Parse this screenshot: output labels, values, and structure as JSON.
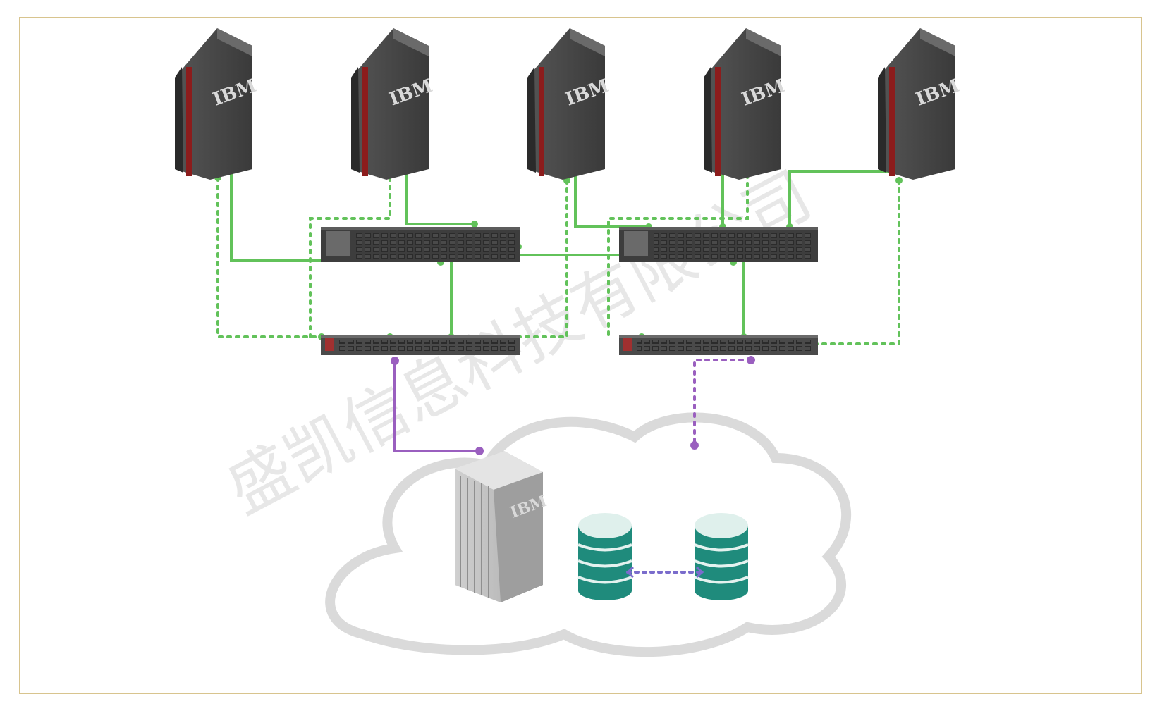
{
  "diagram": {
    "servers": [
      {
        "label": "IBM"
      },
      {
        "label": "IBM"
      },
      {
        "label": "IBM"
      },
      {
        "label": "IBM"
      },
      {
        "label": "IBM"
      }
    ],
    "storage_server": {
      "label": "IBM"
    },
    "watermark": "盛凯信息科技有限公司",
    "colors": {
      "fc_link": "#62c25a",
      "storage_link": "#9a5fbf",
      "replication_link": "#7a6ccc",
      "frame_border": "#d8c48e",
      "cloud": "#d6d6d6",
      "database": "#1f8b7c"
    }
  }
}
